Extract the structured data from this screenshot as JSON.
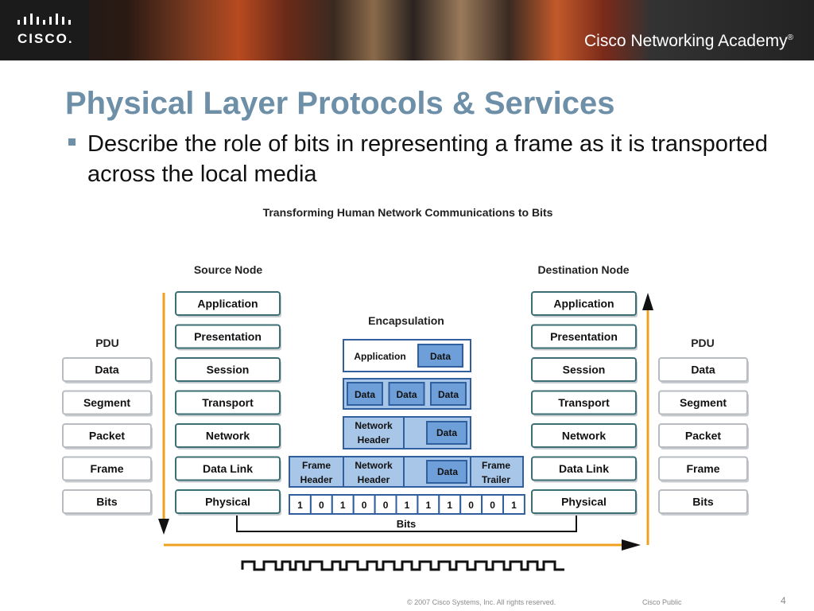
{
  "banner": {
    "logo_text": "CISCO.",
    "academy": "Cisco Networking Academy",
    "academy_mark": "®"
  },
  "slide": {
    "title": "Physical Layer Protocols & Services",
    "bullet": "Describe the role of bits in representing a frame as it is transported across the local media"
  },
  "diagram": {
    "title": "Transforming Human Network Communications to Bits",
    "source_label": "Source Node",
    "dest_label": "Destination Node",
    "pdu_label": "PDU",
    "encap_label": "Encapsulation",
    "layers": [
      "Application",
      "Presentation",
      "Session",
      "Transport",
      "Network",
      "Data Link",
      "Physical"
    ],
    "pdus": [
      "Data",
      "Segment",
      "Packet",
      "Frame",
      "Bits"
    ],
    "encap_rows": {
      "app_label": "Application",
      "app_data": "Data",
      "transport_data": [
        "Data",
        "Data",
        "Data"
      ],
      "net_header": "Network Header",
      "net_data": "Data",
      "frame_header": "Frame Header",
      "frame_net_header": "Network Header",
      "frame_data": "Data",
      "frame_trailer": "Frame Trailer"
    },
    "bits": [
      "1",
      "0",
      "1",
      "0",
      "0",
      "1",
      "1",
      "1",
      "0",
      "0",
      "1"
    ],
    "bits_label": "Bits",
    "colors": {
      "arrow": "#f0a020",
      "layer_border": "#3b6f73",
      "encap_fill": "#a8c6e8",
      "encap_dark": "#6e9fd8",
      "encap_border": "#2f5f9f"
    }
  },
  "footer": {
    "copyright": "© 2007 Cisco Systems, Inc. All rights reserved.",
    "classification": "Cisco Public",
    "page": "4"
  }
}
